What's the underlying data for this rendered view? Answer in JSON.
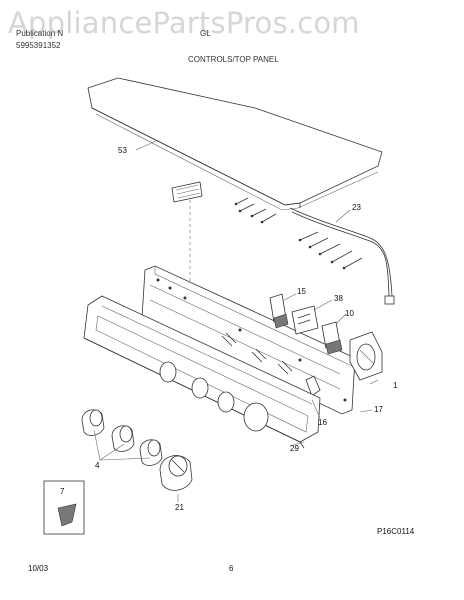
{
  "watermark": "AppliancePartsPros.com",
  "header": {
    "model_line": "Publication N",
    "model_code": "GL",
    "publication_number": "5995391352",
    "section_title": "CONTROLS/TOP PANEL"
  },
  "callouts": [
    {
      "id": "53",
      "label": "53"
    },
    {
      "id": "23",
      "label": "23"
    },
    {
      "id": "15",
      "label": "15"
    },
    {
      "id": "38",
      "label": "38"
    },
    {
      "id": "10",
      "label": "10"
    },
    {
      "id": "1",
      "label": "1"
    },
    {
      "id": "17",
      "label": "17"
    },
    {
      "id": "16",
      "label": "16"
    },
    {
      "id": "29",
      "label": "29"
    },
    {
      "id": "4",
      "label": "4"
    },
    {
      "id": "7",
      "label": "7"
    },
    {
      "id": "21",
      "label": "21"
    }
  ],
  "footer": {
    "figure_code": "P16C0114",
    "date": "10/03",
    "page_number": "6"
  }
}
